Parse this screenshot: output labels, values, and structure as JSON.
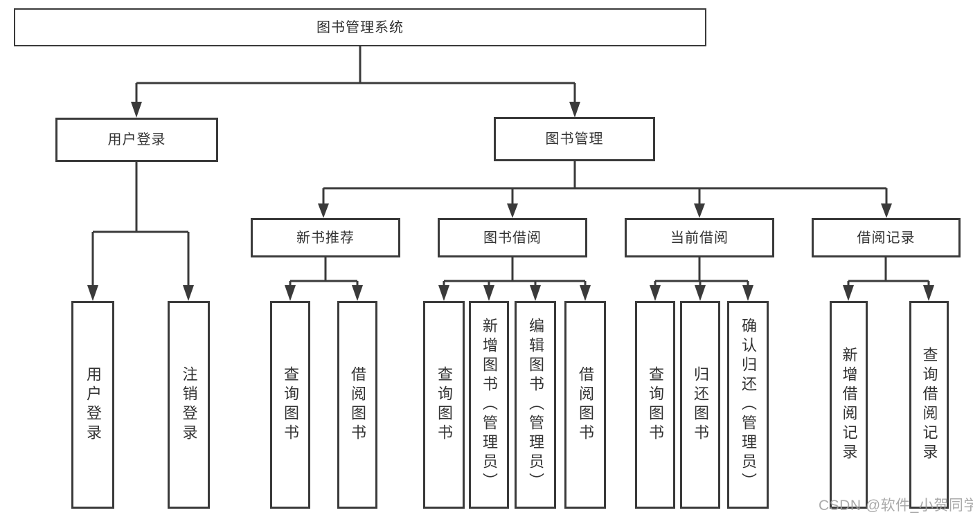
{
  "diagram": {
    "root": {
      "label": "图书管理系统"
    },
    "level2": {
      "user_login": {
        "label": "用户登录"
      },
      "book_mgmt": {
        "label": "图书管理"
      }
    },
    "level3": {
      "new_books": {
        "label": "新书推荐"
      },
      "borrowing": {
        "label": "图书借阅"
      },
      "current": {
        "label": "当前借阅"
      },
      "records": {
        "label": "借阅记录"
      }
    },
    "leaves": {
      "user_login": {
        "label": "用户登录"
      },
      "logout": {
        "label": "注销登录"
      },
      "nb_query": {
        "label": "查询图书"
      },
      "nb_borrow": {
        "label": "借阅图书"
      },
      "bb_query": {
        "label": "查询图书"
      },
      "bb_add": {
        "label": "新增图书（管理员）"
      },
      "bb_edit": {
        "label": "编辑图书（管理员）"
      },
      "bb_borrow": {
        "label": "借阅图书"
      },
      "cb_query": {
        "label": "查询图书"
      },
      "cb_return": {
        "label": "归还图书"
      },
      "cb_confirm": {
        "label": "确认归还（管理员）"
      },
      "br_add": {
        "label": "新增借阅记录"
      },
      "br_query": {
        "label": "查询借阅记录"
      }
    },
    "watermark": "CSDN @软件_小贺同学",
    "colors": {
      "line": "#3a3a3a",
      "text": "#333333",
      "background": "#ffffff",
      "watermark": "#9e9e9e"
    }
  }
}
